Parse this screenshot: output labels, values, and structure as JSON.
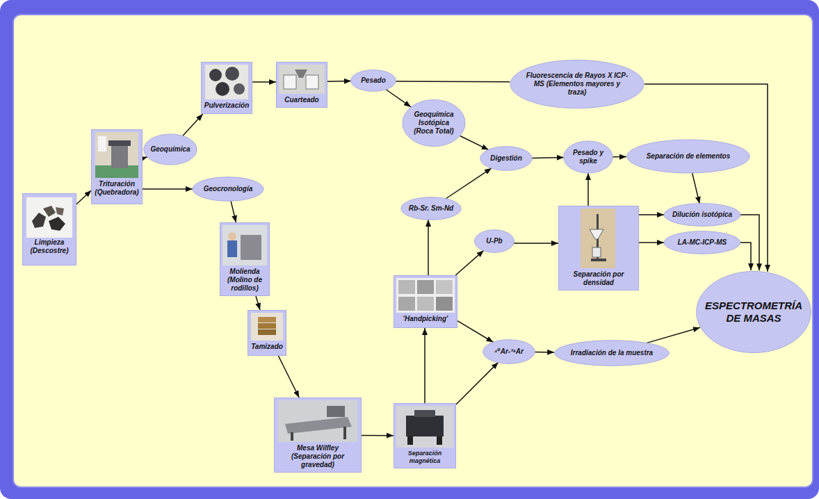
{
  "diagram": {
    "nodes": [
      {
        "text": [
          "Limpieza (Descostre)"
        ]
      },
      {
        "text": [
          "Trituración (Quebradora)"
        ]
      },
      {
        "text": [
          "Geoquímica"
        ]
      },
      {
        "text": [
          "Pulverización"
        ]
      },
      {
        "text": [
          "Cuarteado"
        ]
      },
      {
        "text": [
          "Pesado"
        ]
      },
      {
        "text": [
          "Fluorescencia de Rayos X ICP-MS (Elementos mayores y traza)"
        ]
      },
      {
        "text": [
          "Geoquímica Isotópica (Roca Total)"
        ]
      },
      {
        "text": [
          "Digestión"
        ]
      },
      {
        "text": [
          "Pesado y spike"
        ]
      },
      {
        "text": [
          "Separación de elementos"
        ]
      },
      {
        "text": [
          "Geocronología"
        ]
      },
      {
        "text": [
          "Molienda (Molino de rodillos)"
        ]
      },
      {
        "text": [
          "Tamizado"
        ]
      },
      {
        "text": [
          "Mesa Wilfley (Separación por gravedad)"
        ]
      },
      {
        "text": [
          "Separación magnética"
        ]
      },
      {
        "text": [
          "'Handpicking'"
        ]
      },
      {
        "text": [
          "Rb-Sr. Sm-Nd"
        ]
      },
      {
        "text": [
          "U-Pb"
        ]
      },
      {
        "text": [
          "⁴⁰Ar-³⁹Ar"
        ]
      },
      {
        "text": [
          "Separación por densidad"
        ]
      },
      {
        "text": [
          "Dilución isotópica"
        ]
      },
      {
        "text": [
          "LA-MC-ICP-MS"
        ]
      },
      {
        "text": [
          "Irradiación de la muestra"
        ]
      },
      {
        "text": [
          "ESPECTROMETRÍA DE MASAS"
        ]
      }
    ],
    "edges": [
      {
        "from": 0,
        "to": 1,
        "arrow": "to"
      },
      {
        "from": 1,
        "to": 2,
        "arrow": "to"
      },
      {
        "from": 1,
        "to": 11,
        "arrow": "to"
      },
      {
        "from": 2,
        "to": 3,
        "arrow": "to"
      },
      {
        "from": 3,
        "to": 4,
        "arrow": "to"
      },
      {
        "from": 4,
        "to": 5,
        "arrow": "to"
      },
      {
        "from": 5,
        "to": 6,
        "arrow": "none"
      },
      {
        "from": 6,
        "to": 24,
        "arrow": "to"
      },
      {
        "from": 5,
        "to": 7,
        "arrow": "to"
      },
      {
        "from": 7,
        "to": 8,
        "arrow": "to"
      },
      {
        "from": 8,
        "to": 9,
        "arrow": "to"
      },
      {
        "from": 9,
        "to": 10,
        "arrow": "to"
      },
      {
        "from": 10,
        "to": 21,
        "arrow": "to"
      },
      {
        "from": 11,
        "to": 12,
        "arrow": "to"
      },
      {
        "from": 12,
        "to": 13,
        "arrow": "to"
      },
      {
        "from": 13,
        "to": 14,
        "arrow": "to"
      },
      {
        "from": 14,
        "to": 15,
        "arrow": "to"
      },
      {
        "from": 15,
        "to": 16,
        "arrow": "to"
      },
      {
        "from": 15,
        "to": 19,
        "arrow": "to"
      },
      {
        "from": 16,
        "to": 17,
        "arrow": "to"
      },
      {
        "from": 16,
        "to": 18,
        "arrow": "to"
      },
      {
        "from": 16,
        "to": 19,
        "arrow": "to"
      },
      {
        "from": 17,
        "to": 8,
        "arrow": "to"
      },
      {
        "from": 18,
        "to": 20,
        "arrow": "to"
      },
      {
        "from": 20,
        "to": 9,
        "arrow": "to"
      },
      {
        "from": 20,
        "to": 21,
        "arrow": "to"
      },
      {
        "from": 20,
        "to": 22,
        "arrow": "to"
      },
      {
        "from": 21,
        "to": 24,
        "arrow": "to"
      },
      {
        "from": 22,
        "to": 24,
        "arrow": "to"
      },
      {
        "from": 19,
        "to": 23,
        "arrow": "to"
      },
      {
        "from": 23,
        "to": 24,
        "arrow": "to"
      }
    ]
  }
}
